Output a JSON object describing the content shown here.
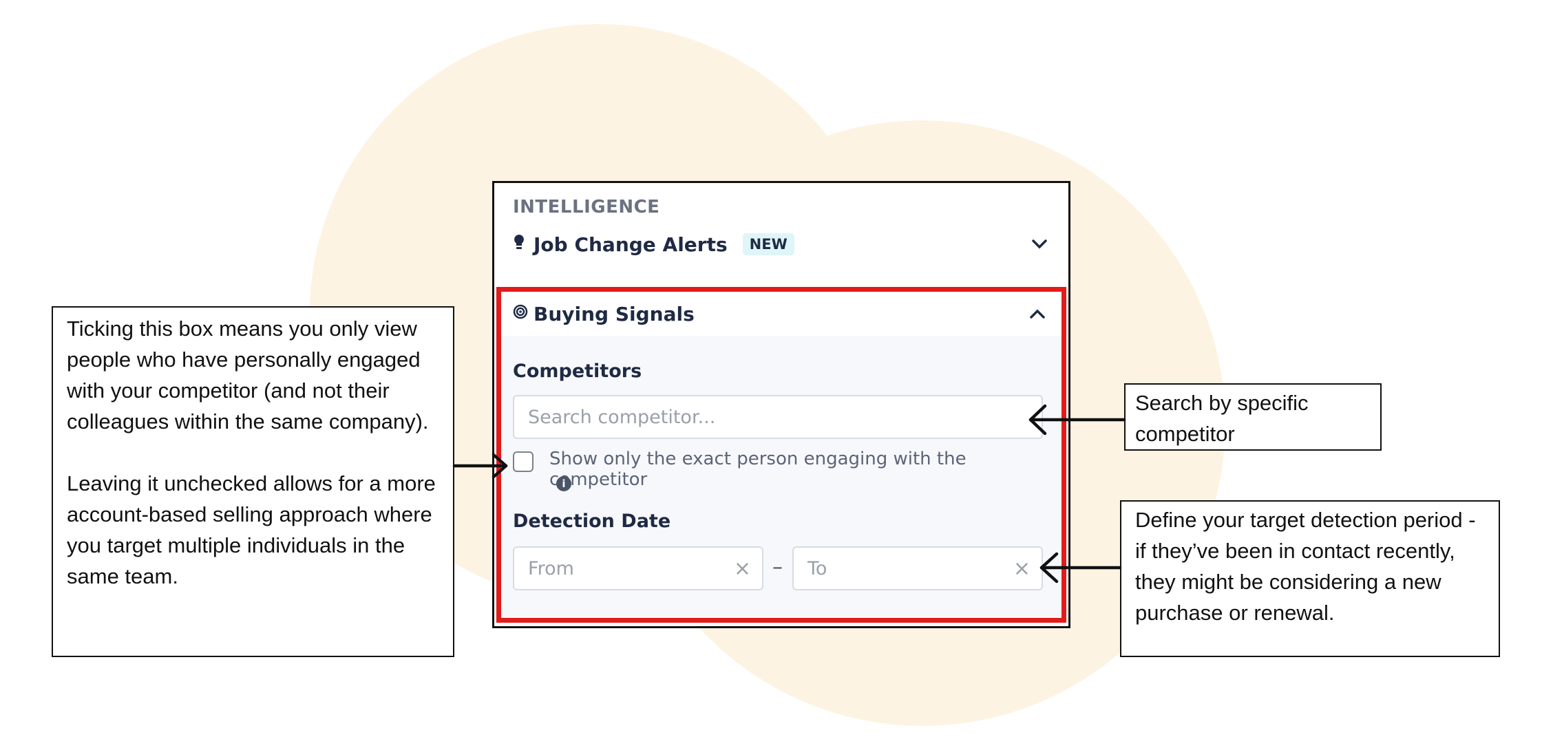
{
  "panel": {
    "section_title": "INTELLIGENCE",
    "job_change": {
      "label": "Job Change Alerts",
      "badge": "NEW",
      "icon": "lightbulb-icon",
      "chevron": "⌄"
    },
    "buying_signals": {
      "label": "Buying Signals",
      "icon": "target-icon",
      "chevron": "⌃",
      "competitors_label": "Competitors",
      "search_placeholder": "Search competitor...",
      "checkbox_label": "Show only the exact person engaging with the competitor",
      "checkbox_checked": false,
      "detection_date_label": "Detection Date",
      "from_placeholder": "From",
      "to_placeholder": "To",
      "clear_glyph": "×",
      "range_separator": "–"
    }
  },
  "callouts": {
    "left_p1": "Ticking this box means you only view people who have personally engaged with your competitor (and not their colleagues within the same company).",
    "left_p2": "Leaving it unchecked allows for a more account-based selling approach where you  target multiple individuals in the same team.",
    "right_search": "Search by specific competitor",
    "right_date": "Define your target detection period - if they’ve been in contact recently, they might be considering a new purchase or renewal."
  },
  "colors": {
    "highlight": "#e21b1b",
    "badge_bg": "#dff5f8",
    "text_dark": "#1f2a44",
    "blob": "#fdf3e2"
  }
}
